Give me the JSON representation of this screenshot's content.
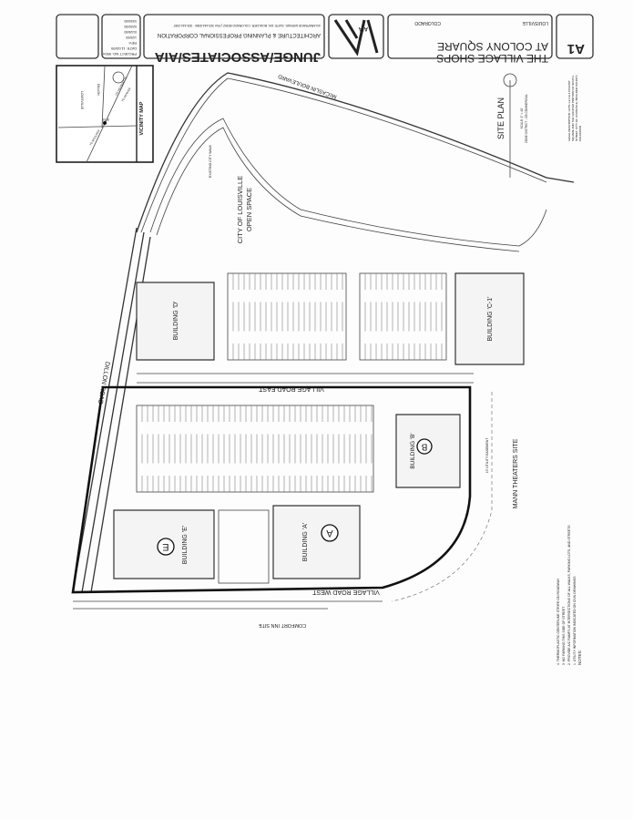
{
  "title_block": {
    "sheet_number": "A1",
    "project_title_1": "THE VILLAGE SHOPS",
    "project_title_2": "AT COLONY SQUARE",
    "city": "LOUISVILLE",
    "state": "COLORADO",
    "firm_name": "JUNGE/ASSOCIATES/AIA",
    "firm_subtitle": "ARCHITECTURE & PLANNING PROFESSIONAL CORPORATION",
    "firm_address": "4/4 ARAPAHOE AVENUE, SUITE 100, BOULDER, COLORADO 80302 | FAX 303.444.8380 · 303.444.2087",
    "logo_text": "AIA",
    "project_no": "PROJECT NO. 9904",
    "date": "DATE: 11/10/99",
    "rev_label": "REV:",
    "revisions": [
      "1/25/00",
      "01/26/00",
      "02/02/00",
      "03/03/00"
    ]
  },
  "vicinity_map": {
    "title": "VICINITY MAP",
    "labels": [
      "LOUISVILLE",
      "DILLON",
      "SITE",
      "US HIGHWAY 36",
      "TO DENVER",
      "TO BOULDER"
    ]
  },
  "site_plan": {
    "title": "SITE PLAN",
    "scale": "SCALE: 1\" = 40'",
    "zone": "ZONE DISTRICT - CB COMMERCIAL",
    "legal": "LEGAL DESCRIPTION: LOTS 1,2,3 & 4 COLONY SQUARE AND THE VACATED PORTION OF SOUTH STREET, CITY OF LOUISVILLE, BOULDER COUNTY, COLORADO"
  },
  "labels": {
    "mccaslin": "McCASLIN BOULEVARD",
    "open_space_1": "CITY OF LOUISVILLE",
    "open_space_2": "OPEN SPACE",
    "existing_walk": "EXISTING CITY WALK",
    "dillon_road": "DILLON ROAD",
    "village_road_east": "VILLAGE ROAD EAST",
    "village_road_west": "VILLAGE ROAD WEST",
    "theaters_site": "MANN THEATERS SITE",
    "comfort_inn": "COMFORT INN SITE",
    "utility_easement": "10' UTILITY EASEMENT"
  },
  "buildings": [
    {
      "name": "BUILDING 'D'"
    },
    {
      "name": "BUILDING 'C-1'"
    },
    {
      "name": "BUILDING 'B'",
      "letter": "B"
    },
    {
      "name": "BUILDING 'A'",
      "letter": "A"
    },
    {
      "name": "BUILDING 'E'",
      "letter": "E"
    }
  ],
  "notes": {
    "heading": "NOTES:",
    "items": [
      "1. UTILITY INFORMATION INDICATED ON CIVIL DRAWINGS",
      "2. PROVIDE A/C RAMPS AT INTERSECTIONS OF ALL WALKS, PARKING LOTS, AND STREETS",
      "3. NO PARKING THIS SIDE OF STREET",
      "4. THERMOPLASTIC CENTERLINE STRIPE ON ROADWAY"
    ]
  }
}
